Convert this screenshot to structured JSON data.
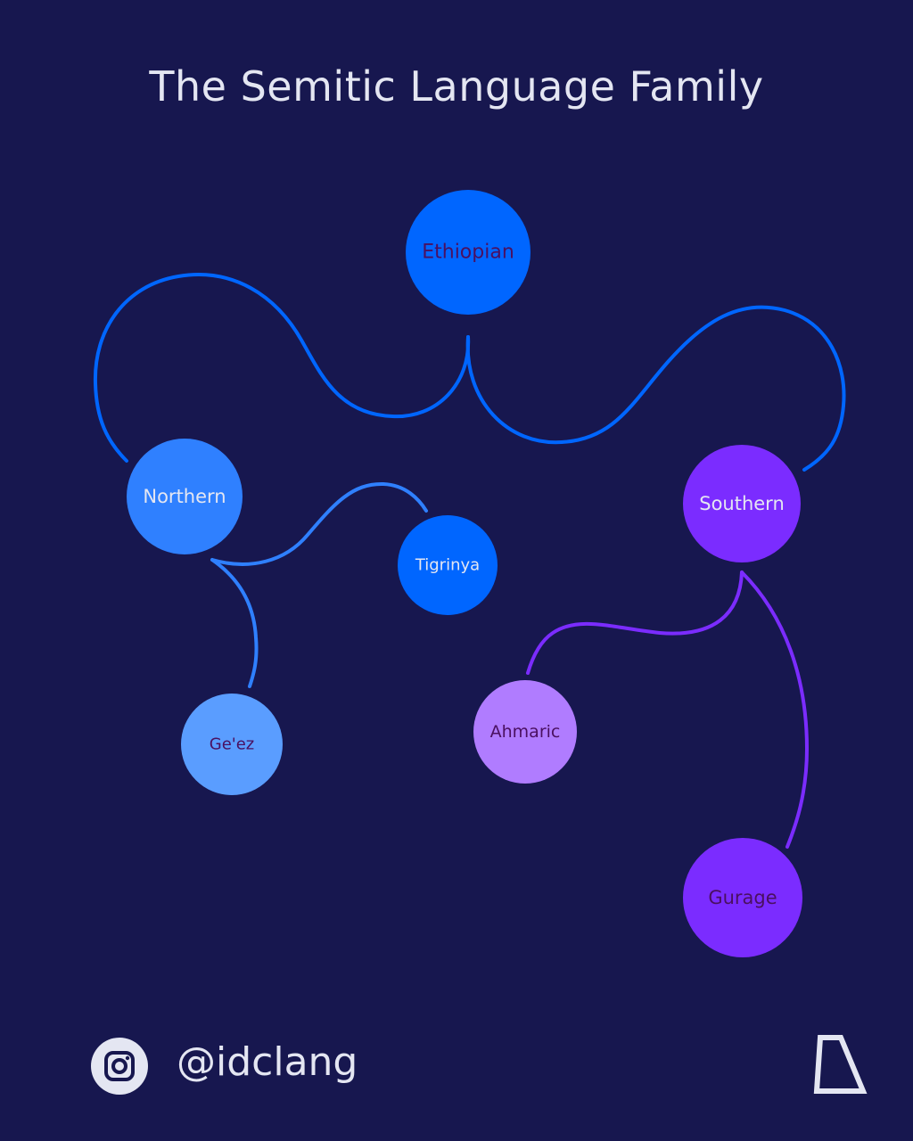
{
  "title": "The Semitic Language Family",
  "colors": {
    "background": "#17174f",
    "blue_dark": "#0066ff",
    "blue_mid": "#2f80ff",
    "blue_light": "#5a9dff",
    "purple": "#7b2cff",
    "purple_light": "#b07cff",
    "text_light": "#e4e6f2",
    "text_dark": "#4a1060"
  },
  "nodes": [
    {
      "id": "ethiopian",
      "label": "Ethiopian"
    },
    {
      "id": "northern",
      "label": "Northern"
    },
    {
      "id": "tigrinya",
      "label": "Tigrinya"
    },
    {
      "id": "geez",
      "label": "Ge'ez"
    },
    {
      "id": "southern",
      "label": "Southern"
    },
    {
      "id": "ahmaric",
      "label": "Ahmaric"
    },
    {
      "id": "gurage",
      "label": "Gurage"
    }
  ],
  "edges": [
    {
      "from": "ethiopian",
      "to": "northern"
    },
    {
      "from": "ethiopian",
      "to": "southern"
    },
    {
      "from": "northern",
      "to": "tigrinya"
    },
    {
      "from": "northern",
      "to": "geez"
    },
    {
      "from": "southern",
      "to": "ahmaric"
    },
    {
      "from": "southern",
      "to": "gurage"
    }
  ],
  "footer": {
    "icon": "instagram-icon",
    "handle": "@idclang",
    "logo": "delta-logo"
  }
}
